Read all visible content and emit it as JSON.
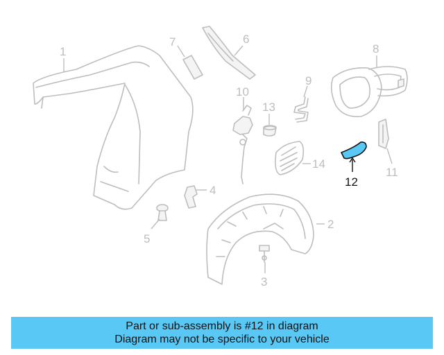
{
  "callouts": [
    "1",
    "2",
    "3",
    "4",
    "5",
    "6",
    "7",
    "8",
    "9",
    "10",
    "11",
    "12",
    "13",
    "14"
  ],
  "highlight": "12",
  "highlight_color": "#5ac8f5",
  "banner": {
    "line1": "Part or sub-assembly is #12 in diagram",
    "line2": "Diagram may not be specific to your vehicle"
  }
}
